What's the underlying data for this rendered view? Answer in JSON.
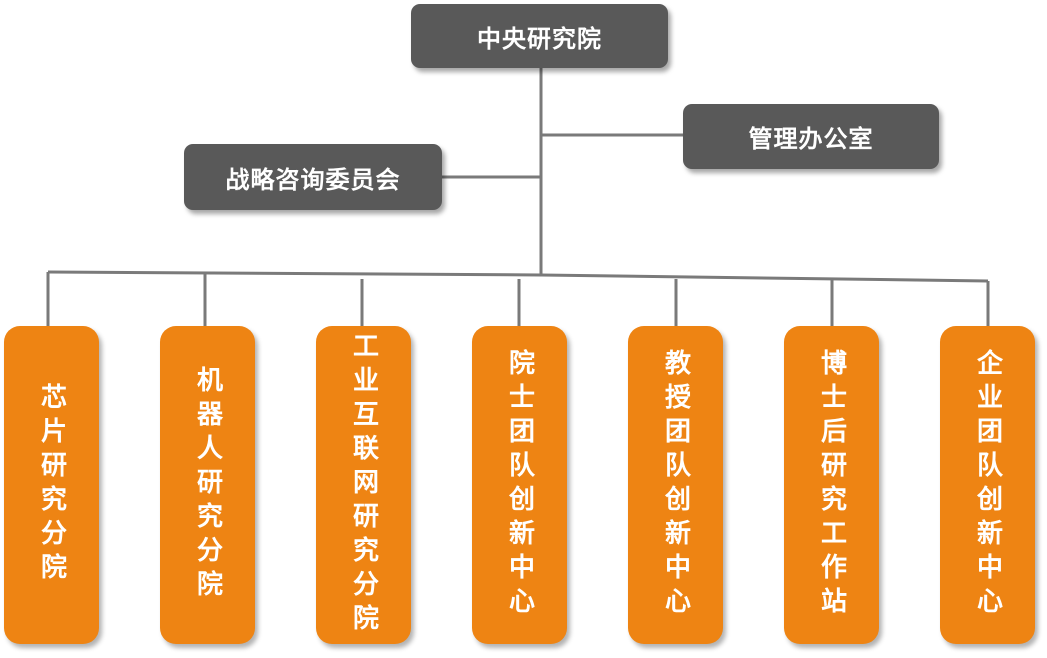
{
  "root": {
    "label": "中央研究院"
  },
  "side_units": {
    "left": {
      "label": "战略咨询委员会"
    },
    "right": {
      "label": "管理办公室"
    }
  },
  "units": [
    {
      "label": "芯片研究分院"
    },
    {
      "label": "机器人研究分院"
    },
    {
      "label": "工业互联网研究分院"
    },
    {
      "label": "院士团队创新中心"
    },
    {
      "label": "教授团队创新中心"
    },
    {
      "label": "博士后研究工作站"
    },
    {
      "label": "企业团队创新中心"
    }
  ],
  "colors": {
    "header_box": "#595959",
    "unit_box": "#ee8413",
    "connector": "#7a7a7a",
    "text": "#ffffff"
  }
}
